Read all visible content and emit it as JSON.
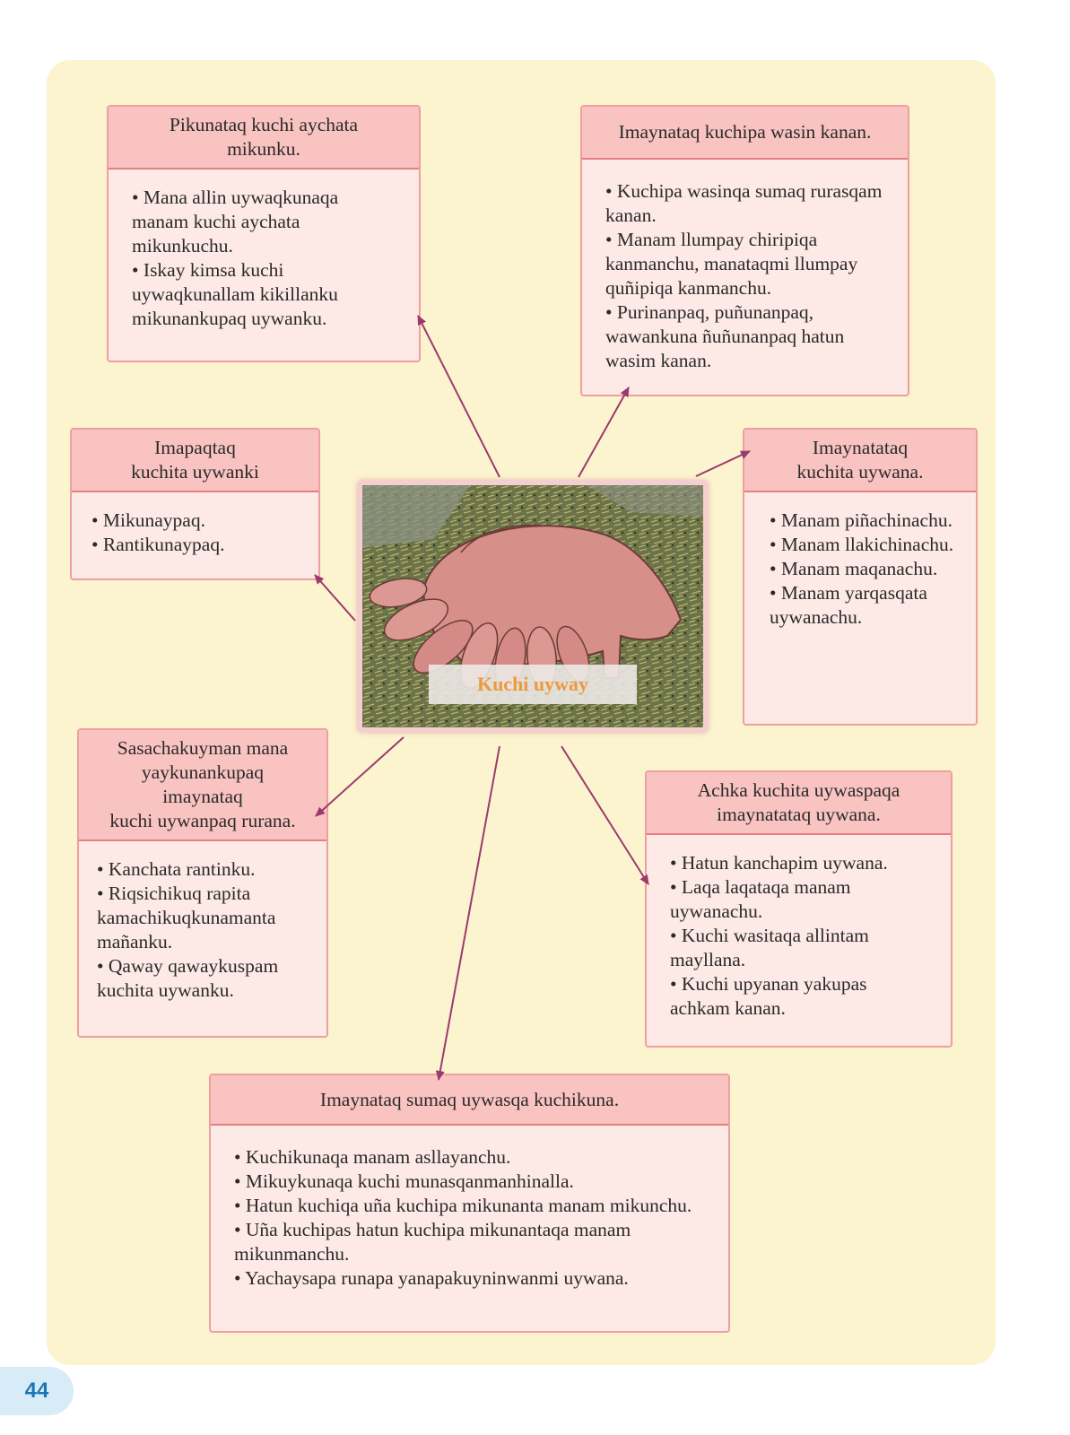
{
  "page_number": "44",
  "center": {
    "title": "Kuchi uyway"
  },
  "boxes": {
    "pikunataq": {
      "title": "Pikunataq kuchi aychata\nmikunku.",
      "items": [
        "Mana allin uywaqkunaqa manam kuchi aychata mikunkuchu.",
        "Iskay kimsa kuchi uywaqkunallam kikillanku mikunankupaq uywanku."
      ]
    },
    "imaynataq_wasin": {
      "title": "Imaynataq kuchipa wasin kanan.",
      "items": [
        "Kuchipa wasinqa sumaq rurasqam kanan.",
        "Manam llumpay chiripiqa kanmanchu, manataqmi llumpay quñipiqa kanmanchu.",
        "Purinanpaq, puñunanpaq, wawankuna ñuñunanpaq hatun wasim kanan."
      ]
    },
    "imapaqtaq": {
      "title": "Imapaqtaq\nkuchita uywanki",
      "items": [
        "Mikunaypaq.",
        "Rantikunaypaq."
      ]
    },
    "imaynatataq": {
      "title": "Imaynatataq\nkuchita uywana.",
      "items": [
        "Manam piñachinachu.",
        "Manam llakichinachu.",
        "Manam maqanachu.",
        "Manam yarqasqata uywanachu."
      ]
    },
    "sasachakuyman": {
      "title": "Sasachakuyman mana\nyaykunankupaq\nimaynataq\nkuchi uywanpaq rurana.",
      "items": [
        "Kanchata rantinku.",
        "Riqsichikuq rapita kamachikuqkunamanta mañanku.",
        "Qaway qawaykuspam kuchita uywanku."
      ]
    },
    "achka": {
      "title": "Achka kuchita uywaspaqa\nimaynatataq uywana.",
      "items": [
        "Hatun kanchapim uywana.",
        "Laqa laqataqa manam uywanachu.",
        "Kuchi wasitaqa allintam mayllana.",
        "Kuchi upyanan yakupas achkam kanan."
      ]
    },
    "sumaq": {
      "title": "Imaynataq sumaq uywasqa kuchikuna.",
      "items": [
        "Kuchikunaqa manam asllayanchu.",
        "Mikuykunaqa kuchi munasqanmanhinalla.",
        "Hatun kuchiqa uña kuchipa mikunanta manam mikunchu.",
        "Uña kuchipas hatun kuchipa mikunantaqa manam mikunmanchu.",
        "Yachaysapa runapa yanapakuyninwanmi uywana."
      ]
    }
  },
  "colors": {
    "panel": "#fcf4cf",
    "box_fill": "#fde9e6",
    "header_fill": "#f9c3c1",
    "border": "#e57f82",
    "arrow": "#9b3a6d",
    "title_text": "#ec9a3c"
  }
}
